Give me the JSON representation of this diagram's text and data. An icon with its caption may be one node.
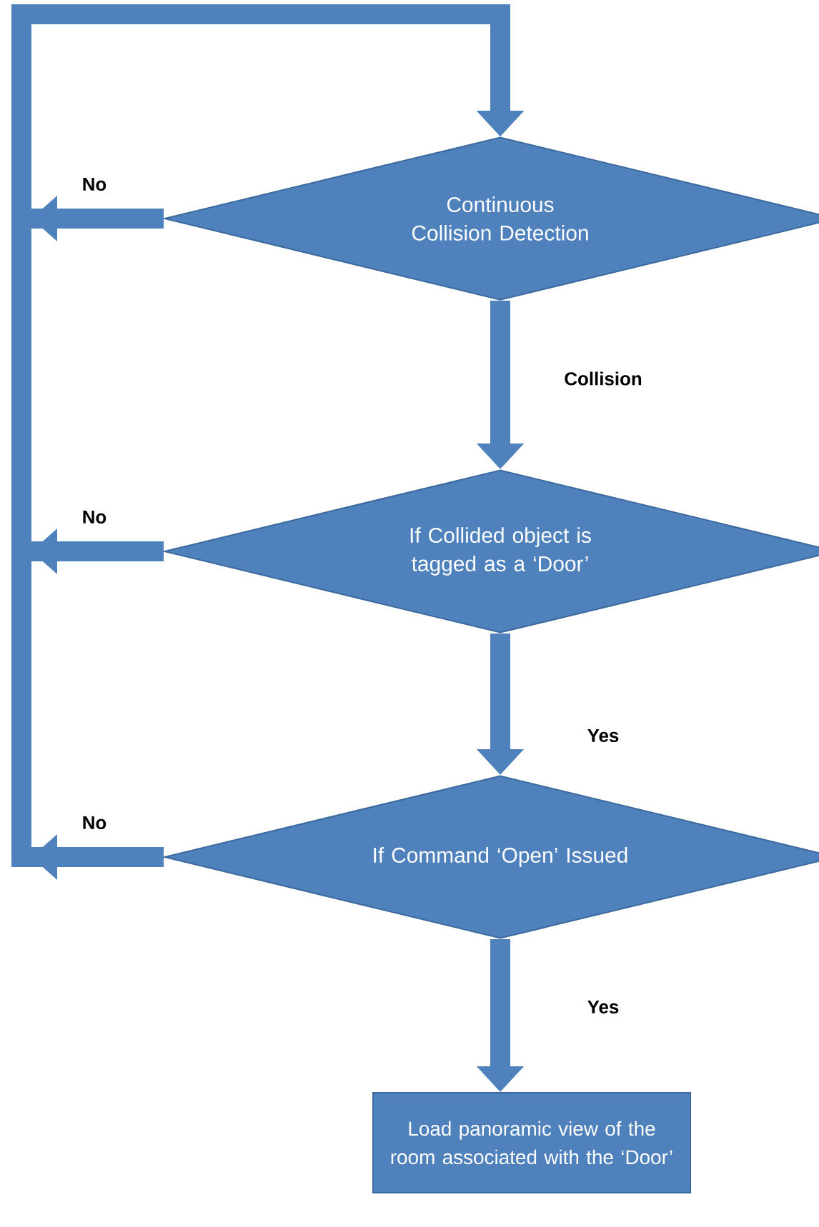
{
  "diagram": {
    "nodes": [
      {
        "text": [
          "Continuous Collision Detection"
        ]
      },
      {
        "text": [
          "If Collided object is tagged as a ‘Door’"
        ]
      },
      {
        "text": [
          "If Command ‘Open’ Issued"
        ]
      },
      {
        "text": [
          "Load panoramic view of the room associated with the ‘Door’"
        ]
      }
    ],
    "edges": [
      {
        "from": 0,
        "to": 1,
        "arrow": "to",
        "label": "Collision"
      },
      {
        "from": 1,
        "to": 2,
        "arrow": "to",
        "label": "Yes"
      },
      {
        "from": 2,
        "to": 3,
        "arrow": "to",
        "label": "Yes"
      },
      {
        "from": 0,
        "to": 0,
        "arrow": "to",
        "label": "No"
      },
      {
        "from": 1,
        "to": 0,
        "arrow": "to",
        "label": "No"
      },
      {
        "from": 2,
        "to": 0,
        "arrow": "to",
        "label": "No"
      }
    ]
  }
}
